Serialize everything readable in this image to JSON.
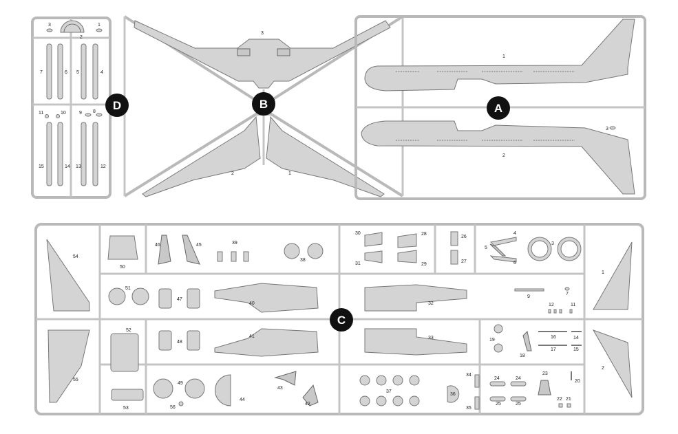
{
  "sprues": {
    "A": {
      "letter": "A"
    },
    "B": {
      "letter": "B"
    },
    "C": {
      "letter": "C"
    },
    "D": {
      "letter": "D"
    }
  },
  "labels": {
    "d3": "3",
    "d2": "2",
    "d1": "1",
    "d7": "7",
    "d6": "6",
    "d5": "5",
    "d4": "4",
    "d11": "11",
    "d10": "10",
    "d9": "9",
    "d8": "8",
    "d15": "15",
    "d14": "14",
    "d13": "13",
    "d12": "12",
    "b3": "3",
    "b2": "2",
    "b1": "1",
    "a1": "1",
    "a2": "2",
    "a3": "3",
    "c54": "54",
    "c50": "50",
    "c46": "46",
    "c45": "45",
    "c39": "39",
    "c38": "38",
    "c30": "30",
    "c31": "31",
    "c28": "28",
    "c29": "29",
    "c26": "26",
    "c27": "27",
    "c4": "4",
    "c5": "5",
    "c6": "6",
    "c3": "3",
    "c1": "1",
    "c51": "51",
    "c47": "47",
    "c40": "40",
    "c32": "32",
    "c9": "9",
    "c7": "7",
    "c12": "12",
    "c11": "11",
    "c52": "52",
    "c48": "48",
    "c41": "41",
    "c33": "33",
    "c19": "19",
    "c18": "18",
    "c16": "16",
    "c14": "14",
    "c17": "17",
    "c15": "15",
    "c55": "55",
    "c2": "2",
    "c49": "49",
    "c44": "44",
    "c43": "43",
    "c42": "42",
    "c37": "37",
    "c36": "36",
    "c34": "34",
    "c35": "35",
    "c24a": "24",
    "c24b": "24",
    "c25a": "25",
    "c25b": "25",
    "c23": "23",
    "c20": "20",
    "c22": "22",
    "c21": "21",
    "c53": "53",
    "c56": "56"
  }
}
